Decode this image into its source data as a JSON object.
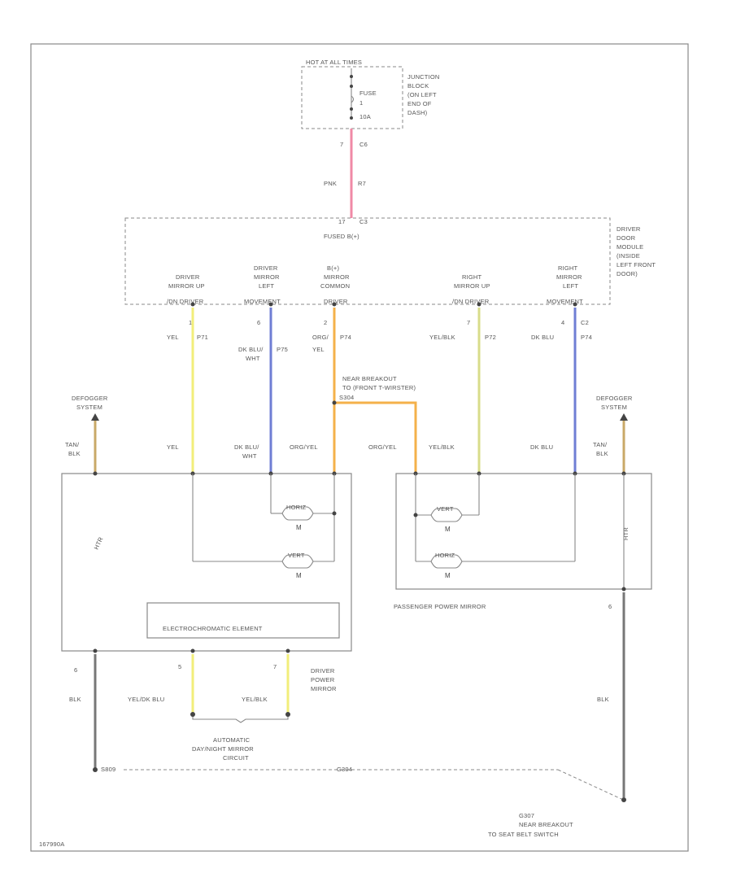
{
  "junction": {
    "header": "HOT AT ALL TIMES",
    "fuse_label": "FUSE",
    "fuse_num": "1",
    "fuse_amp": "10A",
    "desc": [
      "JUNCTION",
      "BLOCK",
      "(ON LEFT",
      "END OF",
      "DASH)"
    ],
    "pin": "7",
    "conn": "C6"
  },
  "feed_wire": {
    "color": "PNK",
    "circuit": "R7"
  },
  "module": {
    "top_pin": "17",
    "top_conn": "C3",
    "fused": "FUSED B(+)",
    "desc": [
      "DRIVER",
      "DOOR",
      "MODULE",
      "(INSIDE",
      "LEFT FRONT",
      "DOOR)"
    ],
    "outputs": [
      {
        "id": "driver-mirror-up-down",
        "lines": [
          "DRIVER",
          "MIRROR UP",
          "/DN DRIVER"
        ],
        "pin": "1",
        "wire": "YEL",
        "circuit": "P71",
        "wire2": ""
      },
      {
        "id": "driver-mirror-left",
        "lines": [
          "DRIVER",
          "MIRROR",
          "LEFT",
          "MOVEMENT"
        ],
        "pin": "6",
        "wire": "DK BLU/",
        "circuit": "P75",
        "wire2": "WHT"
      },
      {
        "id": "bplus-mirror-common",
        "lines": [
          "B(+)",
          "MIRROR",
          "COMMON",
          "DRIVER"
        ],
        "pin": "2",
        "wire": "ORG/",
        "circuit": "P74",
        "wire2": "YEL"
      },
      {
        "id": "right-mirror-up-down",
        "lines": [
          "RIGHT",
          "MIRROR UP",
          "/DN DRIVER"
        ],
        "pin": "7",
        "wire": "YEL/BLK",
        "circuit": "P72",
        "wire2": ""
      },
      {
        "id": "right-mirror-left",
        "lines": [
          "RIGHT",
          "MIRROR",
          "LEFT",
          "MOVEMENT"
        ],
        "pin": "4",
        "wire": "DK BLU",
        "circuit": "P74",
        "wire2": "",
        "conn": "C2"
      }
    ]
  },
  "breakout": {
    "lines": [
      "NEAR BREAKOUT",
      "TO (FRONT T-WIRSTER)"
    ],
    "splice": "S304"
  },
  "defogger_left": {
    "lines": [
      "DEFOGGER",
      "SYSTEM"
    ],
    "wire": [
      "TAN/",
      "BLK"
    ]
  },
  "defogger_right": {
    "lines": [
      "DEFOGGER",
      "SYSTEM"
    ],
    "wire": [
      "TAN/",
      "BLK"
    ]
  },
  "driver_mirror": {
    "wire_labels": [
      "YEL",
      "DK BLU/",
      "WHT",
      "ORG/YEL"
    ],
    "motor_h": "HORIZ",
    "motor_v": "VERT",
    "motor_m": "M",
    "heater": "HTR",
    "element": "ELECTROCHROMATIC ELEMENT",
    "title": [
      "DRIVER",
      "POWER",
      "MIRROR"
    ],
    "bottom_pins": [
      "6",
      "5",
      "7"
    ],
    "bottom_wires": [
      "BLK",
      "YEL/DK BLU",
      "YEL/BLK"
    ]
  },
  "passenger_mirror": {
    "wire_labels": [
      "ORG/YEL",
      "YEL/BLK",
      "DK BLU",
      "TAN/",
      "BLK"
    ],
    "motor_v": "VERT",
    "motor_h": "HORIZ",
    "motor_m": "M",
    "heater": "HTR",
    "title": "PASSENGER POWER MIRROR",
    "pin": "6",
    "wire": "BLK"
  },
  "auto_circuit": {
    "lines": [
      "AUTOMATIC",
      "DAY/NIGHT MIRROR",
      "CIRCUIT"
    ]
  },
  "ground": {
    "left": "S809",
    "mid": "G304",
    "label": [
      "G307",
      "NEAR BREAKOUT",
      "TO SEAT BELT SWITCH"
    ]
  },
  "footer_code": "167990A",
  "colors": {
    "pnk": "#f08aa6",
    "yel": "#f2ee7a",
    "dkblu": "#6f7ed4",
    "org": "#f4b14a",
    "yelblk": "#d8dc8a",
    "tan": "#c9a968",
    "blk": "#777777"
  }
}
